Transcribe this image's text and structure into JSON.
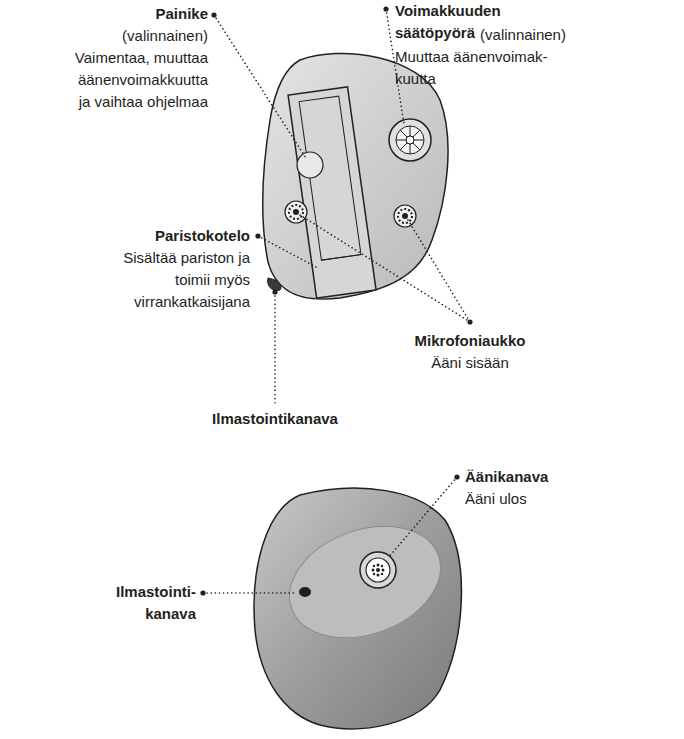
{
  "diagram": {
    "labels": [
      "Painike",
      "(valinnainen)",
      "Vaimentaa, muuttaa äänenvoimakkuutta ja vaihtaa ohjelmaa",
      "Voimakkuuden säätöpyörä",
      "(valinnainen)",
      "Muuttaa äänenvoimak- kuutta",
      "Paristokotelo",
      "Sisältää pariston ja toimii myös virrankatkaisijana",
      "Mikrofoniaukko",
      "Ääni sisään",
      "Ilmastointikanava",
      "Äänikanava",
      "Ääni ulos",
      "Ilmastointi- kanava"
    ]
  }
}
